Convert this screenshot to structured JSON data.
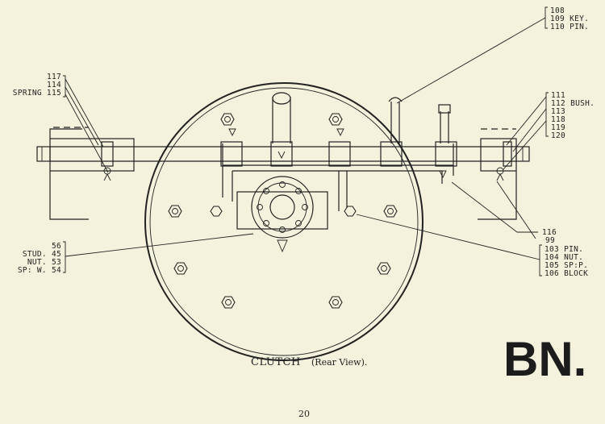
{
  "labels": {
    "top_right": [
      "108",
      "109 KEY.",
      "110 PIN."
    ],
    "left_spring": [
      "117",
      "114",
      "SPRING 115"
    ],
    "right_bush": [
      "111",
      "112 BUSH.",
      "113",
      "118",
      "119",
      "120"
    ],
    "mid_right": [
      "116",
      "99"
    ],
    "bottom_right": [
      "103 PIN.",
      "104 NUT.",
      "105 SP:P.",
      "106 BLOCK"
    ],
    "bottom_left": [
      "56",
      "STUD. 45",
      "NUT. 53",
      "SP: W. 54"
    ]
  },
  "caption": {
    "main": "CLUTCH",
    "sub": "(Rear View)."
  },
  "page_number": "20",
  "model_code": "BN."
}
